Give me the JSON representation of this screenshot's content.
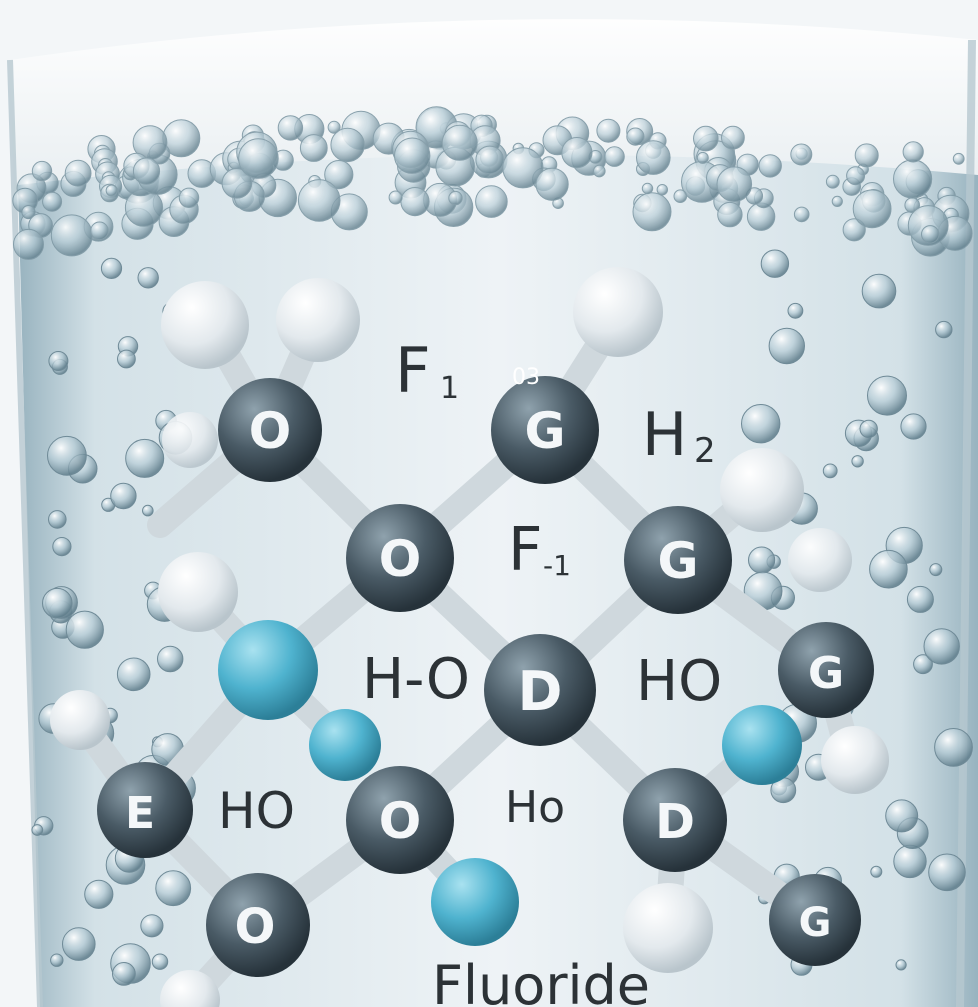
{
  "colors": {
    "background": "#f2f5f7",
    "water": "#dfe9ee",
    "glass_edge": "#8fa9b6",
    "atom_dark": "#3e4e59",
    "atom_white": "#e8edf0",
    "atom_cyan": "#4fb3cf",
    "bond": "#c9d3d9",
    "text": "#2c3236"
  },
  "labels": {
    "l1": "F",
    "l1_sub": "1",
    "l2": "03",
    "l3": "H",
    "l3_sub": "2",
    "l4": "F",
    "l4_sub": "-1",
    "l5": "H-O",
    "l6": "HO",
    "l7": "HO",
    "l8": "Ho",
    "footer": "Fluoride"
  },
  "atom_letters": {
    "a1": "O",
    "a2": "G",
    "a3": "O",
    "a4": "G",
    "a5": "D",
    "a6": "G",
    "a7": "E",
    "a8": "O",
    "a9": "D",
    "a10": "O",
    "a11": "G"
  }
}
